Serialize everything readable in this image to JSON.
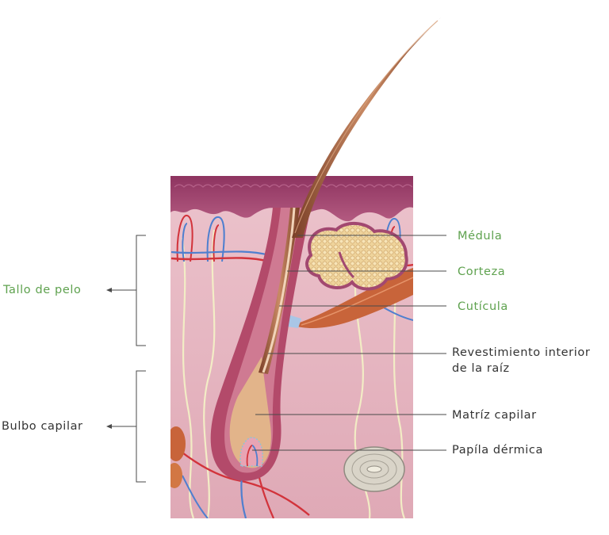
{
  "labels": {
    "medula": "Médula",
    "corteza": "Corteza",
    "cuticula": "Cutícula",
    "revestimiento_1": "Revestimiento interior",
    "revestimiento_2": "de la raíz",
    "matriz": "Matríz capilar",
    "papila": "Papíla dérmica",
    "tallo": "Tallo de pelo",
    "bulbo": "Bulbo capilar"
  },
  "colors": {
    "accent_label": "#5fa24f",
    "dark_label": "#333333",
    "dermis": "#e7b9c3",
    "epidermis": "#a24870",
    "hair": "#9c5a3c",
    "follicle": "#b34a6a",
    "sebaceous": "#e9c98c",
    "artery": "#d2333b",
    "vein": "#4f7fcf",
    "nerve": "#f2efc4",
    "muscle": "#c8643a"
  }
}
